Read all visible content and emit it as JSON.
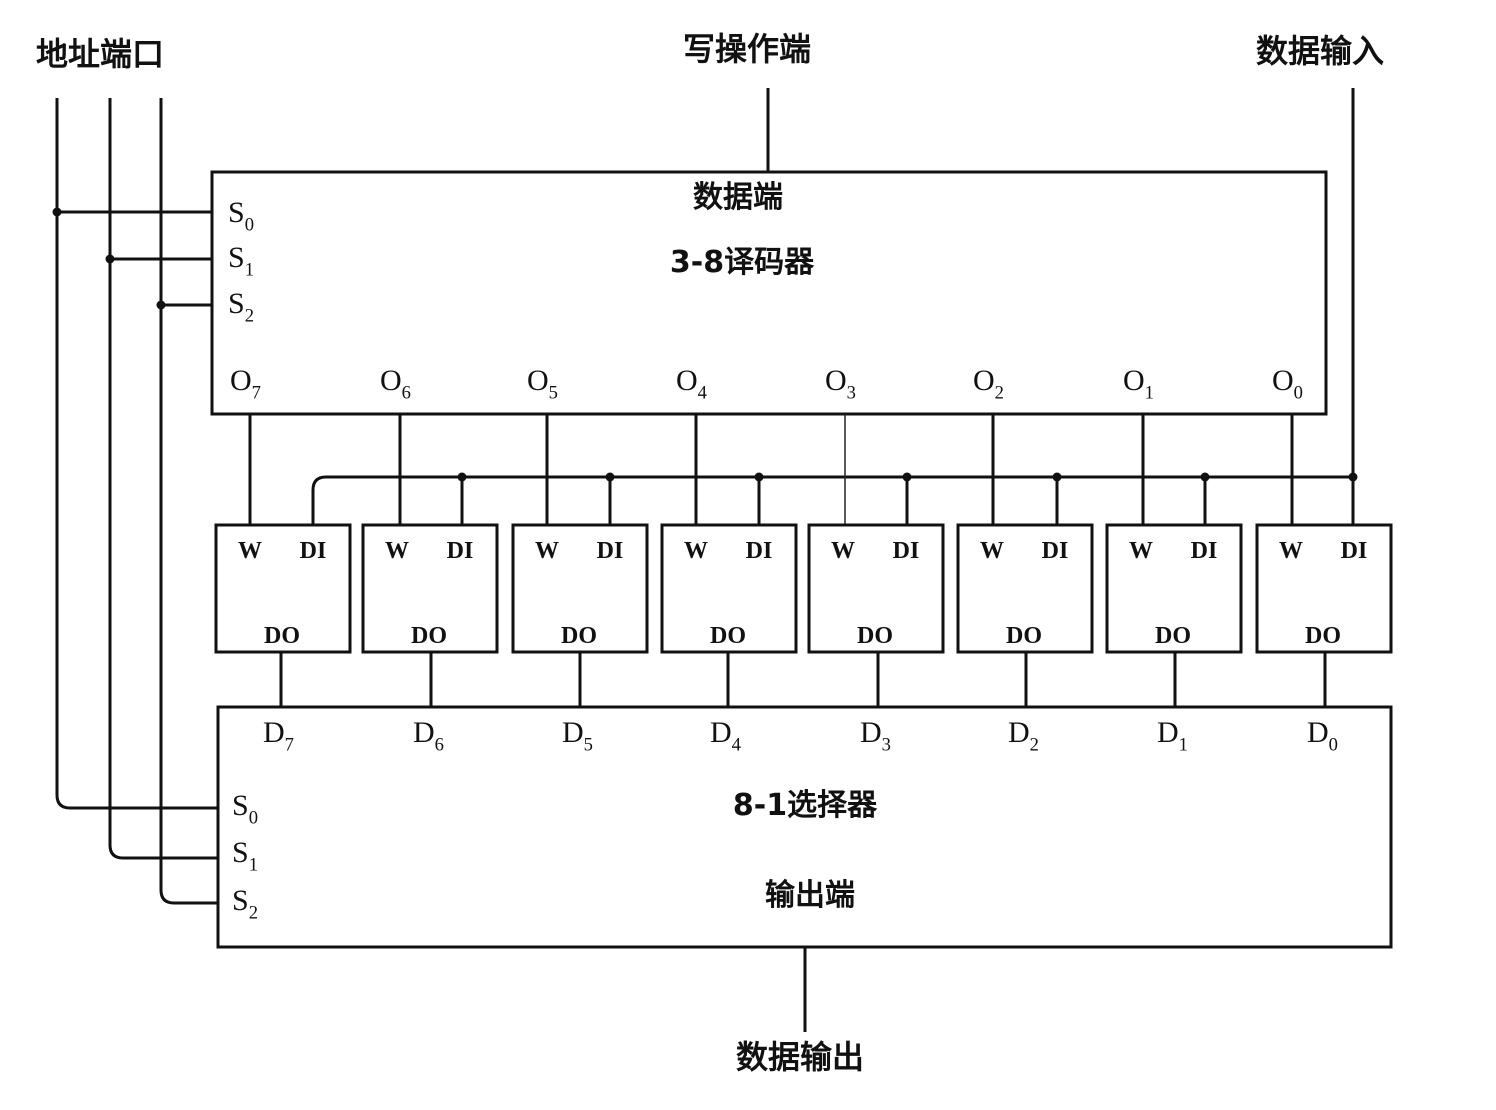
{
  "labels": {
    "address_port": "地址端口",
    "write_port": "写操作端",
    "data_input": "数据输入",
    "data_output": "数据输出"
  },
  "decoder": {
    "title": "3-8译码器",
    "data_end": "数据端",
    "selects": [
      "S0",
      "S1",
      "S2"
    ],
    "outputs": [
      "O7",
      "O6",
      "O5",
      "O4",
      "O3",
      "O2",
      "O1",
      "O0"
    ]
  },
  "cells": {
    "count": 8,
    "pin_w": "W",
    "pin_di": "DI",
    "pin_do": "DO"
  },
  "mux": {
    "title": "8-1选择器",
    "output_end": "输出端",
    "inputs": [
      "D7",
      "D6",
      "D5",
      "D4",
      "D3",
      "D2",
      "D1",
      "D0"
    ],
    "selects": [
      "S0",
      "S1",
      "S2"
    ]
  }
}
